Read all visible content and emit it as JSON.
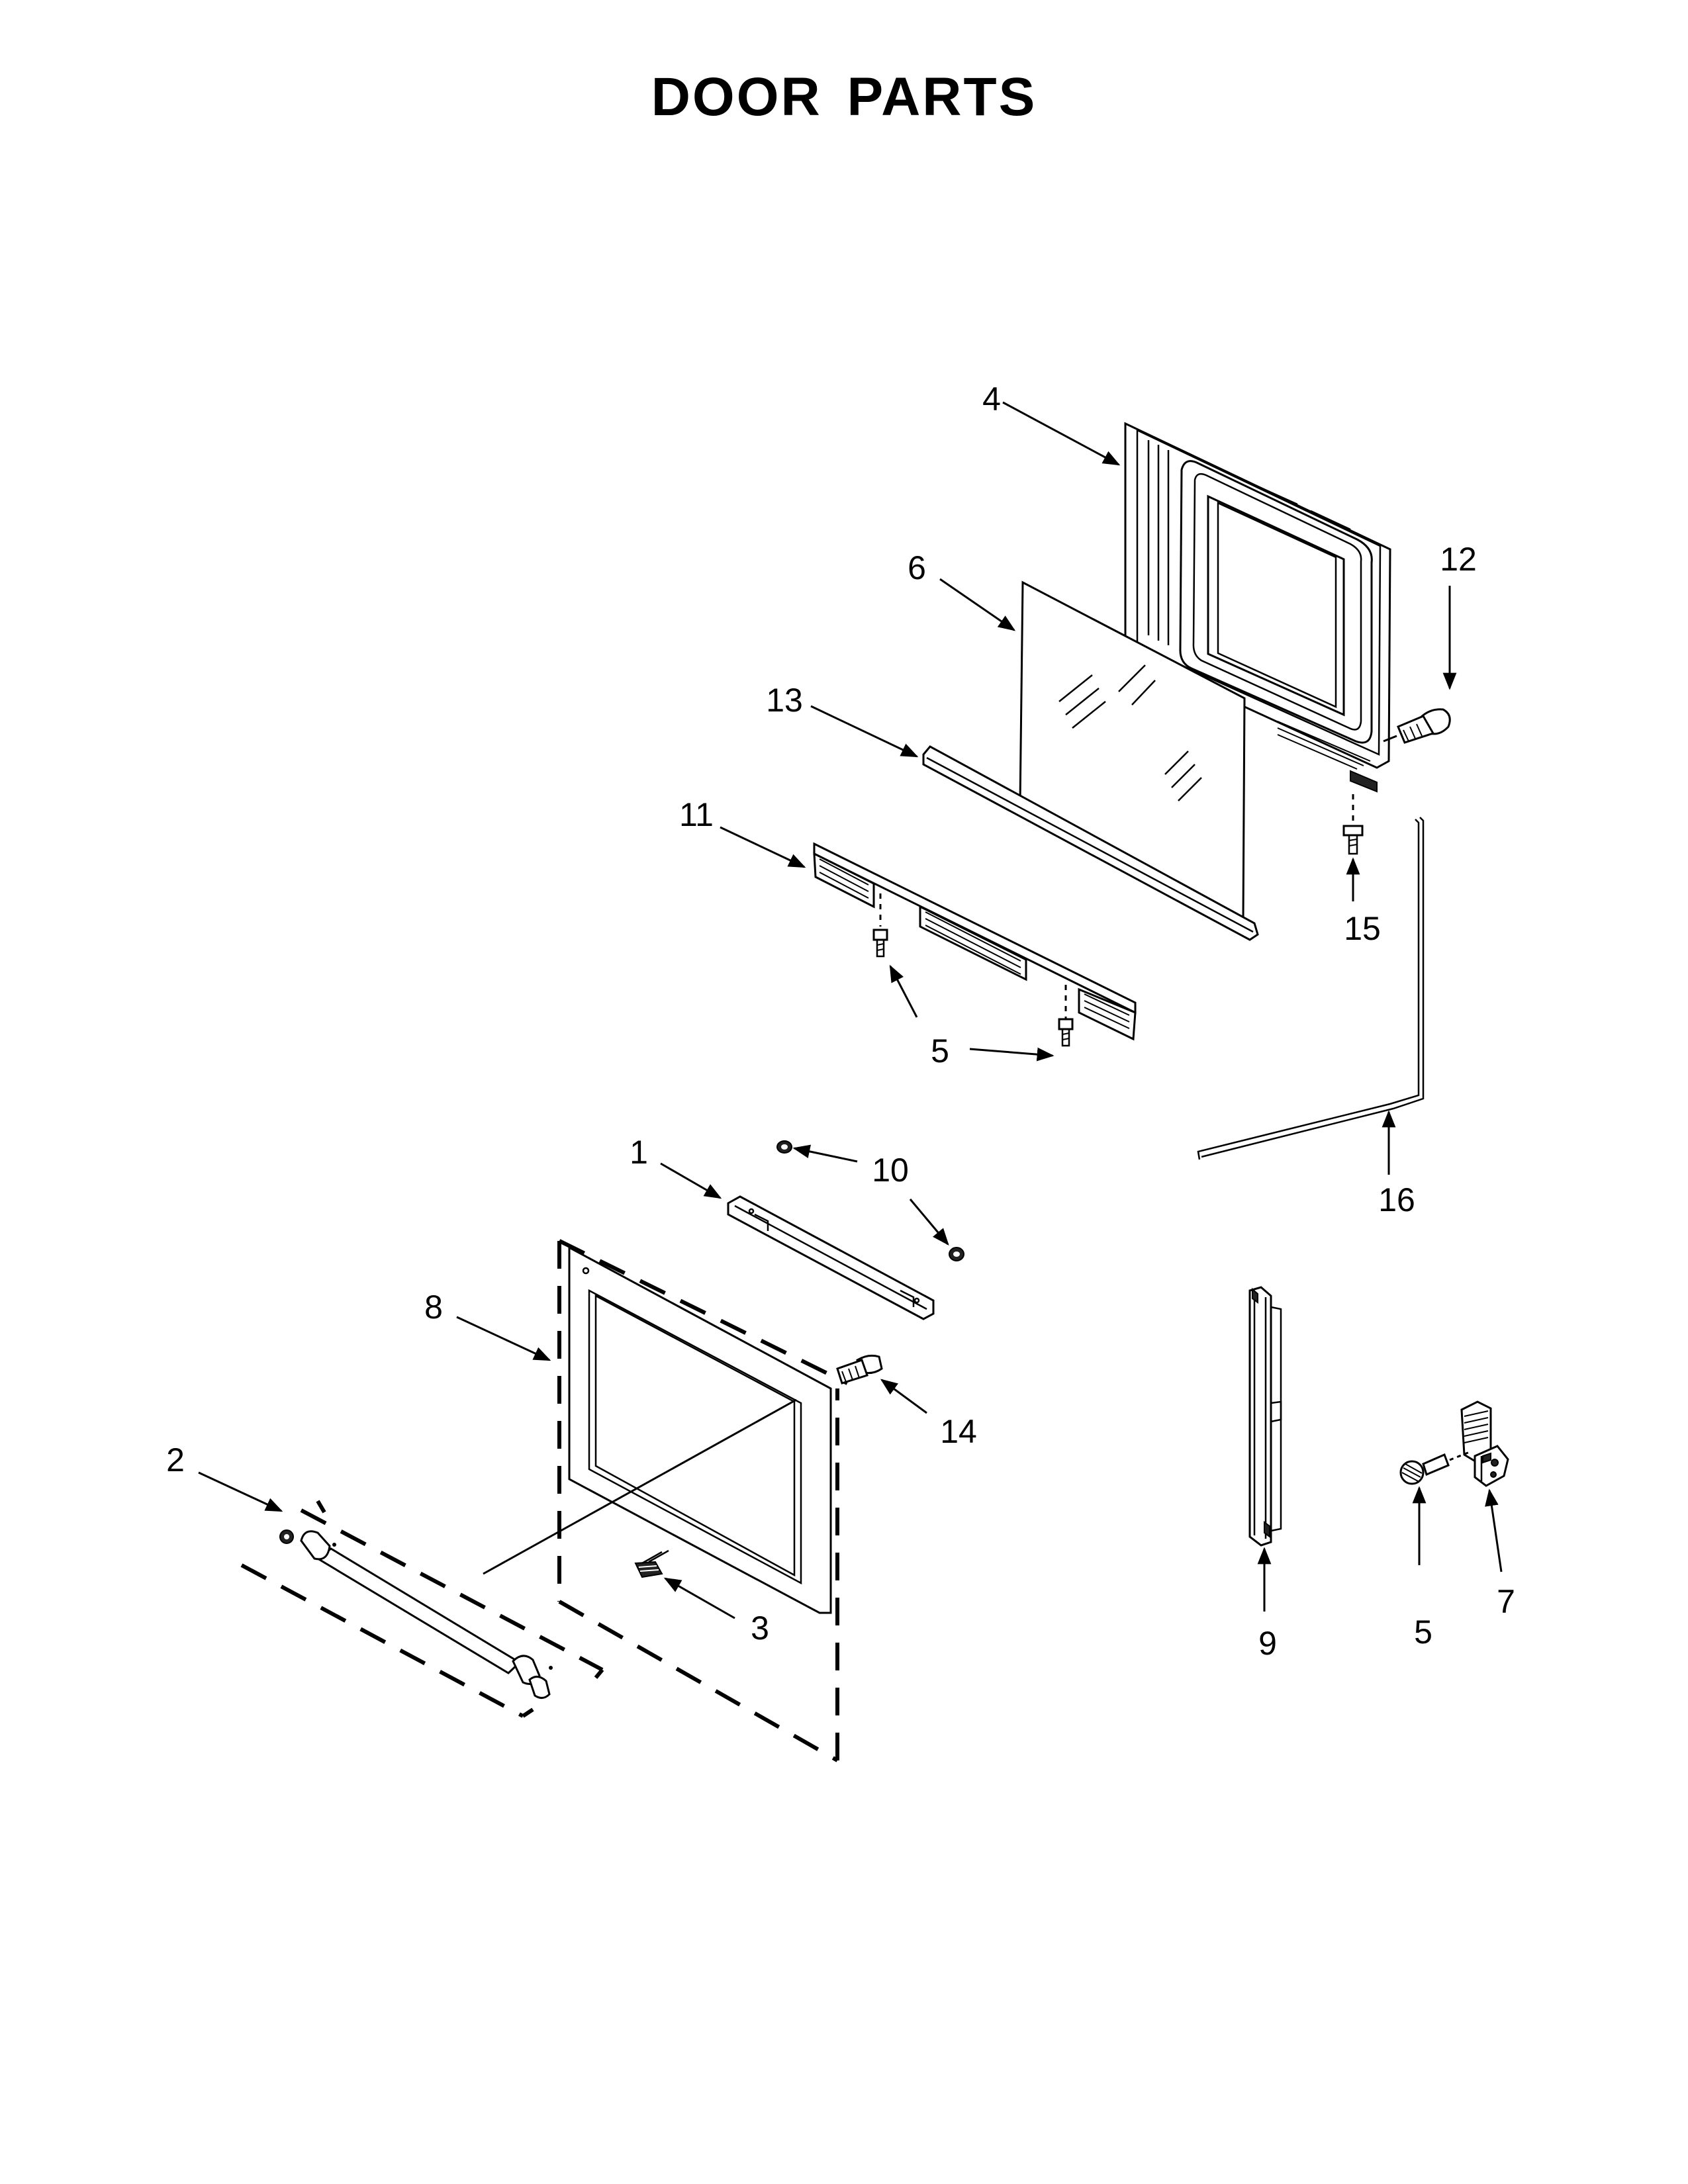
{
  "title": "DOOR PARTS",
  "callouts": {
    "c1": "1",
    "c2": "2",
    "c3": "3",
    "c4": "4",
    "c5a": "5",
    "c5b": "5",
    "c6": "6",
    "c7": "7",
    "c8": "8",
    "c9": "9",
    "c10": "10",
    "c11": "11",
    "c12": "12",
    "c13": "13",
    "c14": "14",
    "c15": "15",
    "c16": "16"
  }
}
